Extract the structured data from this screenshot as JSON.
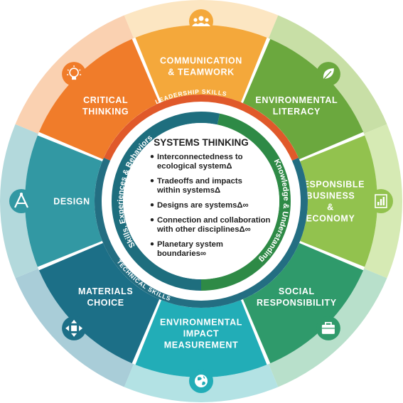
{
  "segments": [
    {
      "id": "communication-teamwork",
      "lines": [
        "COMMUNICATION",
        "& TEAMWORK"
      ],
      "color": "#F4A83B",
      "rim": "#FCE6C2",
      "icon": "people-icon"
    },
    {
      "id": "environmental-literacy",
      "lines": [
        "ENVIRONMENTAL",
        "LITERACY"
      ],
      "color": "#6BA83E",
      "rim": "#C8DFA6",
      "icon": "leaf-icon"
    },
    {
      "id": "responsible-business-economy",
      "lines": [
        "RESPONSIBLE",
        "BUSINESS",
        "&",
        "ECONOMY"
      ],
      "color": "#92C24E",
      "rim": "#D6EAB4",
      "icon": "bar-chart-icon"
    },
    {
      "id": "social-responsibility",
      "lines": [
        "SOCIAL",
        "RESPONSIBILITY"
      ],
      "color": "#2F9A6B",
      "rim": "#B8E0CB",
      "icon": "briefcase-icon"
    },
    {
      "id": "environmental-impact-measurement",
      "lines": [
        "ENVIRONMENTAL",
        "IMPACT",
        "MEASUREMENT"
      ],
      "color": "#22ADB7",
      "rim": "#B3E2E4",
      "icon": "globe-icon"
    },
    {
      "id": "materials-choice",
      "lines": [
        "MATERIALS",
        "CHOICE"
      ],
      "color": "#1C6F87",
      "rim": "#A9CDD8",
      "icon": "move-arrows-icon"
    },
    {
      "id": "design",
      "lines": [
        "DESIGN"
      ],
      "color": "#3298A3",
      "rim": "#B3D9DC",
      "icon": "compass-icon"
    },
    {
      "id": "critical-thinking",
      "lines": [
        "CRITICAL",
        "THINKING"
      ],
      "color": "#F07C2A",
      "rim": "#FAD1B1",
      "icon": "lightbulb-icon"
    }
  ],
  "rings": {
    "leadership_skills": "LEADERSHIP SKILLS",
    "technical_skills": "TECHNICAL SKILLS",
    "skills_experiences_behaviors": "Skills, Experiences & Behaviors",
    "knowledge_understanding": "Knowledge & Understanding"
  },
  "center": {
    "title": "SYSTEMS THINKING",
    "items": [
      {
        "lines": [
          "Interconnectedness to",
          "ecological systemΔ"
        ]
      },
      {
        "lines": [
          "Tradeoffs and impacts",
          "within systemsΔ"
        ]
      },
      {
        "lines": [
          "Designs are systemsΔ∞"
        ]
      },
      {
        "lines": [
          "Connection and collaboration",
          "with other disciplinesΔ∞"
        ]
      },
      {
        "lines": [
          "Planetary system",
          "boundaries∞"
        ]
      }
    ]
  },
  "colors": {
    "leadership_ring": "#E0592A",
    "technical_ring": "#236E82",
    "skills_ring": "#1E6E7E",
    "knowledge_ring": "#2E8A46"
  }
}
